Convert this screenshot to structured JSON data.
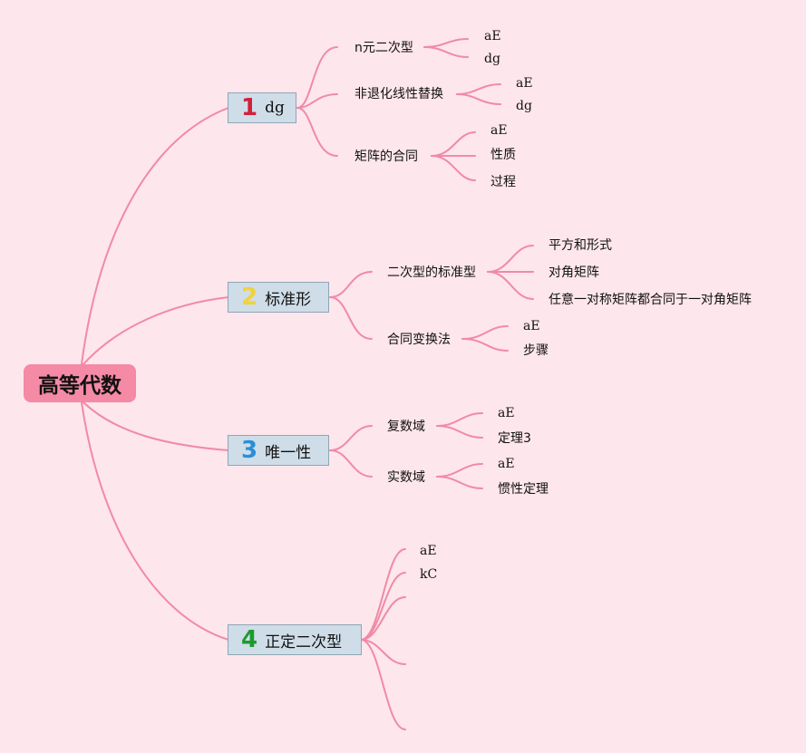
{
  "root": {
    "label": "高等代数"
  },
  "branches": [
    {
      "number": "1",
      "label": "dg",
      "children": [
        {
          "label": "n元二次型",
          "leaves": [
            "aE",
            "dg"
          ]
        },
        {
          "label": "非退化线性替换",
          "leaves": [
            "aE",
            "dg"
          ]
        },
        {
          "label": "矩阵的合同",
          "leaves": [
            "aE",
            "性质",
            "过程"
          ]
        }
      ]
    },
    {
      "number": "2",
      "label": "标准形",
      "children": [
        {
          "label": "二次型的标准型",
          "leaves": [
            "平方和形式",
            "对角矩阵",
            "任意一对称矩阵都合同于一对角矩阵"
          ]
        },
        {
          "label": "合同变换法",
          "leaves": [
            "aE",
            "步骤"
          ]
        }
      ]
    },
    {
      "number": "3",
      "label": "唯一性",
      "children": [
        {
          "label": "复数域",
          "leaves": [
            "aE",
            "定理3"
          ]
        },
        {
          "label": "实数域",
          "leaves": [
            "aE",
            "惯性定理"
          ]
        }
      ]
    },
    {
      "number": "4",
      "label": "正定二次型",
      "children": [
        {
          "label": "aE"
        },
        {
          "label": "kC"
        }
      ]
    }
  ]
}
